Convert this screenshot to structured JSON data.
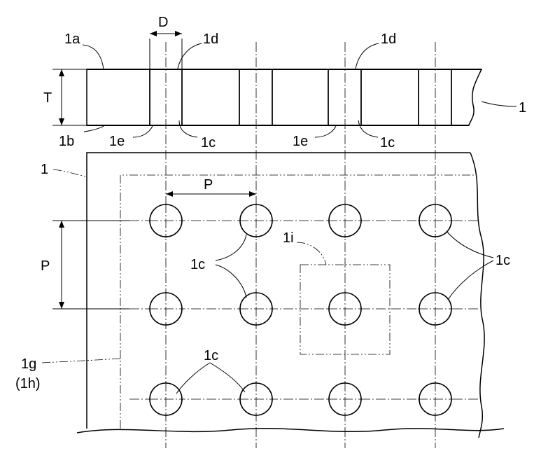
{
  "labels": {
    "dim_D": "D",
    "label_1a": "1a",
    "label_1d_left": "1d",
    "label_1d_right": "1d",
    "dim_T": "T",
    "label_1_section": "1",
    "label_1b": "1b",
    "label_1e_left": "1e",
    "label_1c_section_left": "1c",
    "label_1e_right": "1e",
    "label_1c_section_right": "1c",
    "label_1_plan": "1",
    "dim_P_horizontal": "P",
    "dim_P_vertical": "P",
    "label_1i": "1i",
    "label_1c_mid_left": "1c",
    "label_1c_right": "1c",
    "label_1g": "1g",
    "label_1h": "(1h)",
    "label_1c_bottom": "1c"
  }
}
